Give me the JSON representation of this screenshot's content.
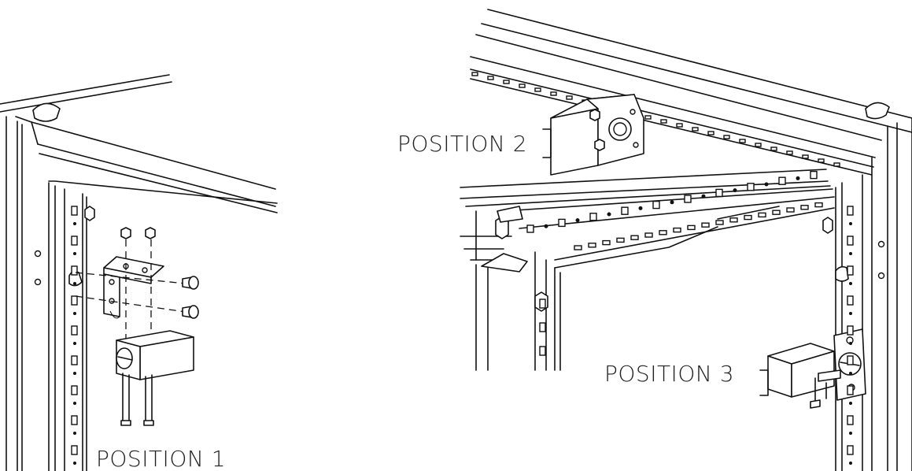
{
  "labels": {
    "position1": "POSITION 1",
    "position2": "POSITION 2",
    "position3": "POSITION 3"
  }
}
